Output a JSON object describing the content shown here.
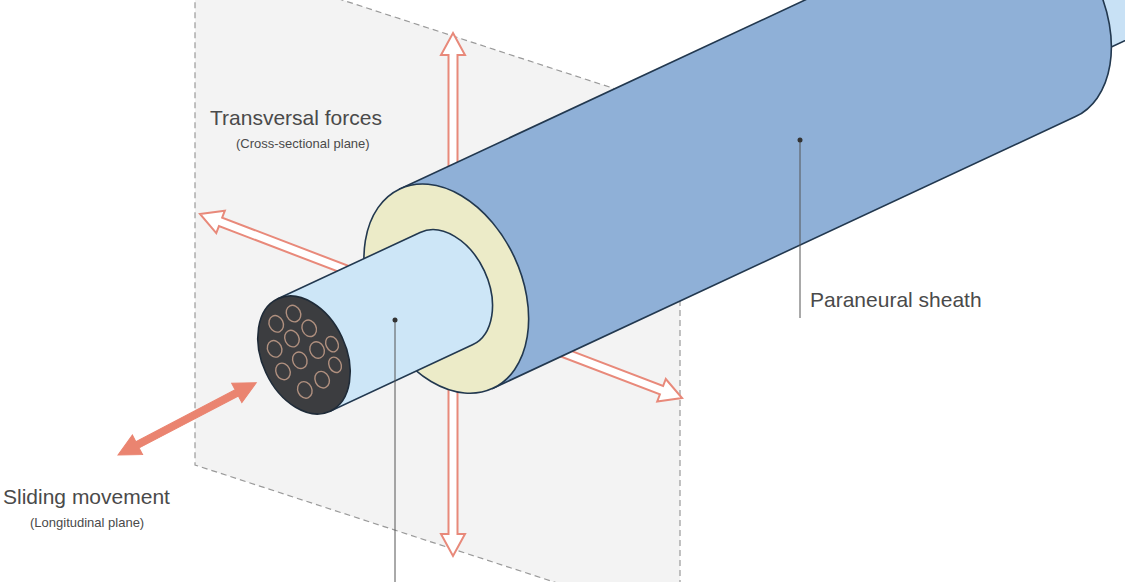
{
  "diagram": {
    "labels": [
      "Transversal forces",
      "(Cross-sectional plane)",
      "Paraneural sheath",
      "Sliding movement",
      "(Longitudinal plane)"
    ]
  }
}
